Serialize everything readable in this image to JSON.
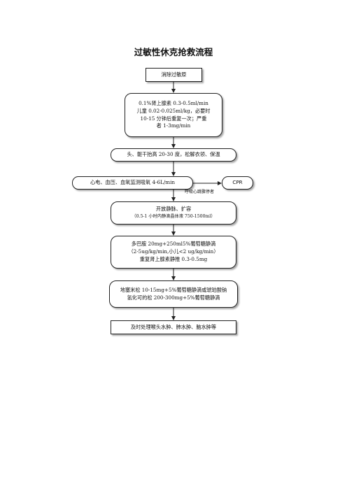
{
  "title": "过敏性休克抢救流程",
  "steps": {
    "remove_allergen": "消除过敏原",
    "epinephrine": [
      "0.1%肾上腺素 0.3-0.5ml/min",
      "儿童 0.02-0.025ml/kg，必要时",
      "10-15 分钟后重复一次；严重",
      "者 1-3mg/min"
    ],
    "position": "头、躯干抬高 20-30 度，松解衣领、保温",
    "monitor": "心电、血压、血氧监测吸氧 4-6L/min",
    "cpr": "CPR",
    "cpr_condition": "呼吸心跳骤停者",
    "iv_access": [
      "开放静脉、扩容",
      "（0.5-1 小时内静滴晶体液 750-1500ml）"
    ],
    "dopamine": [
      "多巴胺 20mg+250ml5%葡萄糖静滴",
      "（2-5ug/kg/min,小儿<2 ug/kg/min）",
      "重复肾上腺素静推 0.3-0.5mg"
    ],
    "steroids": [
      "地塞米松 10-15mg+5%葡萄糖静滴或琥珀酸钠",
      "氢化可的松 200-300mg+5%葡萄糖静滴"
    ],
    "edema": "及时处理喉头水肿、肺水肿、脑水肿等"
  }
}
